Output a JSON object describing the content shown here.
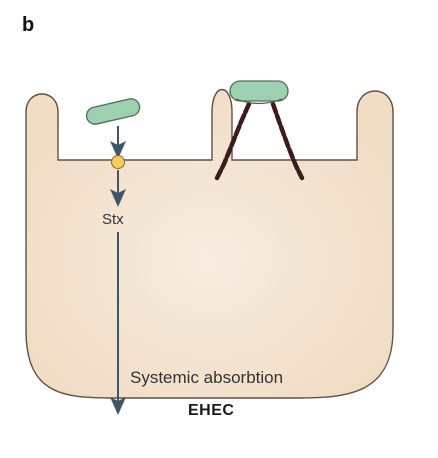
{
  "figure": {
    "panel_label": "b",
    "labels": {
      "toxin": "Stx",
      "absorption": "Systemic absorbtion",
      "caption": "EHEC"
    },
    "colors": {
      "tissue_fill": "#f1dcc4",
      "tissue_center": "#f6ece0",
      "tissue_outline": "#5f5148",
      "bacterium_fill": "#9dd0ae",
      "bacterium_outline": "#4f6e5a",
      "arrow": "#3f5668",
      "toxin_dot": "#f2cc62",
      "attachment": "#3b1b1e"
    }
  }
}
